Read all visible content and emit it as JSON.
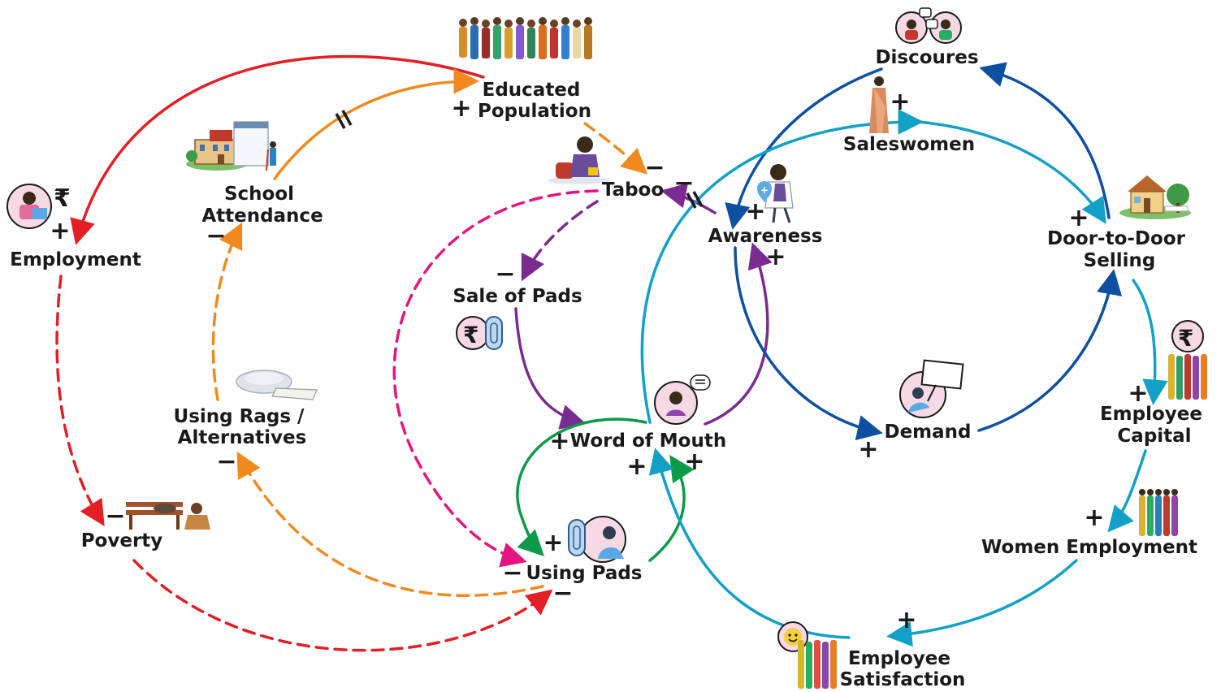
{
  "diagram": {
    "type": "causal-loop",
    "nodes": [
      {
        "id": "educated_population",
        "label_lines": [
          "Educated",
          "Population"
        ],
        "icon": "crowd-icon"
      },
      {
        "id": "school_attendance",
        "label_lines": [
          "School",
          "Attendance"
        ],
        "icon": "school-building-icon"
      },
      {
        "id": "employment",
        "label_lines": [
          "Employment"
        ],
        "icon": "worker-rupee-icon"
      },
      {
        "id": "poverty",
        "label_lines": [
          "Poverty"
        ],
        "icon": "bench-poverty-icon"
      },
      {
        "id": "using_rags",
        "label_lines": [
          "Using Rags /",
          "Alternatives"
        ],
        "icon": "cloth-rags-icon"
      },
      {
        "id": "taboo",
        "label_lines": [
          "Taboo"
        ],
        "icon": "sad-girl-icon"
      },
      {
        "id": "sale_of_pads",
        "label_lines": [
          "Sale of Pads"
        ],
        "icon": "rupee-pad-icon"
      },
      {
        "id": "word_of_mouth",
        "label_lines": [
          "Word of Mouth"
        ],
        "icon": "speaking-woman-icon"
      },
      {
        "id": "using_pads",
        "label_lines": [
          "Using Pads"
        ],
        "icon": "woman-pad-icon"
      },
      {
        "id": "discoures",
        "label_lines": [
          "Discoures"
        ],
        "icon": "conversation-icon"
      },
      {
        "id": "saleswomen",
        "label_lines": [
          "Saleswomen"
        ],
        "icon": "saree-woman-icon"
      },
      {
        "id": "awareness",
        "label_lines": [
          "Awareness"
        ],
        "icon": "doctor-woman-icon"
      },
      {
        "id": "door_to_door",
        "label_lines": [
          "Door-to-Door",
          "Selling"
        ],
        "icon": "house-icon"
      },
      {
        "id": "demand",
        "label_lines": [
          "Demand"
        ],
        "icon": "sign-holder-icon"
      },
      {
        "id": "employee_capital",
        "label_lines": [
          "Employee",
          "Capital"
        ],
        "icon": "rupee-women-group-icon"
      },
      {
        "id": "women_employment",
        "label_lines": [
          "Women Employment"
        ],
        "icon": "women-group-icon"
      },
      {
        "id": "employee_satisfaction",
        "label_lines": [
          "Employee",
          "Satisfaction"
        ],
        "icon": "smiley-women-group-icon"
      }
    ],
    "links": [
      {
        "from": "educated_population",
        "to": "employment",
        "polarity": "+",
        "style": "solid",
        "color": "#e31e24"
      },
      {
        "from": "school_attendance",
        "to": "educated_population",
        "polarity": "+",
        "style": "solid",
        "color": "#f08a1f",
        "delay": true
      },
      {
        "from": "educated_population",
        "to": "taboo",
        "polarity": "−",
        "style": "dashed",
        "color": "#f08a1f"
      },
      {
        "from": "employment",
        "to": "poverty",
        "polarity": "−",
        "style": "dashed",
        "color": "#e31e24"
      },
      {
        "from": "poverty",
        "to": "using_pads",
        "polarity": "−",
        "style": "dashed",
        "color": "#e31e24"
      },
      {
        "from": "using_pads",
        "to": "using_rags",
        "polarity": "−",
        "style": "dashed",
        "color": "#f08a1f"
      },
      {
        "from": "using_rags",
        "to": "school_attendance",
        "polarity": "−",
        "style": "dashed",
        "color": "#f08a1f"
      },
      {
        "from": "taboo",
        "to": "using_pads",
        "polarity": "−",
        "style": "dashed",
        "color": "#e5157f"
      },
      {
        "from": "taboo",
        "to": "sale_of_pads",
        "polarity": "−",
        "style": "dashed",
        "color": "#7a2b91"
      },
      {
        "from": "sale_of_pads",
        "to": "word_of_mouth",
        "polarity": "+",
        "style": "solid",
        "color": "#7a2b91"
      },
      {
        "from": "word_of_mouth",
        "to": "awareness",
        "polarity": "+",
        "style": "solid",
        "color": "#7a2b91"
      },
      {
        "from": "awareness",
        "to": "taboo",
        "polarity": "−",
        "style": "solid",
        "color": "#7a2b91",
        "delay": true
      },
      {
        "from": "word_of_mouth",
        "to": "using_pads",
        "polarity": "+",
        "style": "solid",
        "color": "#0a9a48"
      },
      {
        "from": "using_pads",
        "to": "word_of_mouth",
        "polarity": "+",
        "style": "solid",
        "color": "#0a9a48"
      },
      {
        "from": "door_to_door",
        "to": "discoures",
        "polarity": "",
        "style": "solid",
        "color": "#0d4fa0"
      },
      {
        "from": "discoures",
        "to": "awareness",
        "polarity": "+",
        "style": "solid",
        "color": "#0d4fa0"
      },
      {
        "from": "awareness",
        "to": "demand",
        "polarity": "+",
        "style": "solid",
        "color": "#0d4fa0"
      },
      {
        "from": "demand",
        "to": "door_to_door",
        "polarity": "",
        "style": "solid",
        "color": "#0d4fa0"
      },
      {
        "from": "word_of_mouth",
        "to": "saleswomen",
        "polarity": "+",
        "style": "solid",
        "color": "#12a0c6"
      },
      {
        "from": "saleswomen",
        "to": "door_to_door",
        "polarity": "+",
        "style": "solid",
        "color": "#12a0c6"
      },
      {
        "from": "door_to_door",
        "to": "employee_capital",
        "polarity": "+",
        "style": "solid",
        "color": "#12a0c6"
      },
      {
        "from": "employee_capital",
        "to": "women_employment",
        "polarity": "+",
        "style": "solid",
        "color": "#12a0c6"
      },
      {
        "from": "women_employment",
        "to": "employee_satisfaction",
        "polarity": "+",
        "style": "solid",
        "color": "#12a0c6"
      },
      {
        "from": "employee_satisfaction",
        "to": "word_of_mouth",
        "polarity": "+",
        "style": "solid",
        "color": "#12a0c6"
      }
    ],
    "colors": {
      "red": "#e31e24",
      "orange": "#f08a1f",
      "magenta": "#e5157f",
      "purple": "#7a2b91",
      "green": "#0a9a48",
      "navy": "#0d4fa0",
      "cyan": "#12a0c6",
      "icon_bg": "#f7d9e6",
      "text": "#1a1a1a"
    },
    "symbols": {
      "plus": "+",
      "minus": "−",
      "rupee": "₹"
    }
  }
}
